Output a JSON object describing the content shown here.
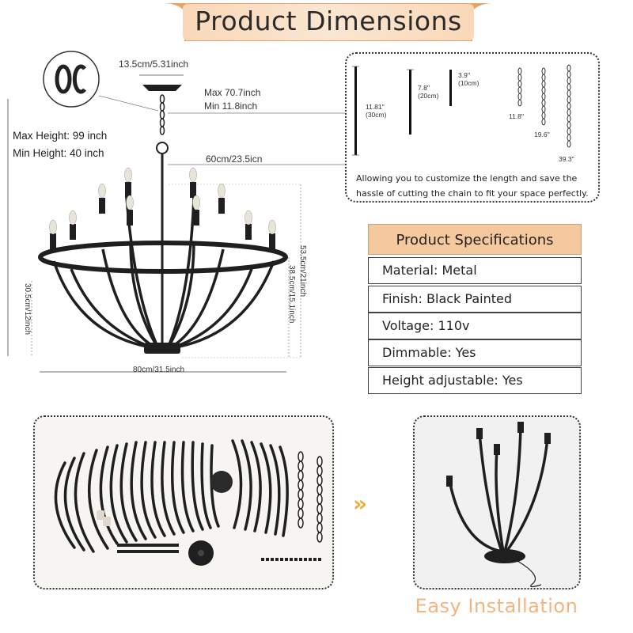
{
  "header": {
    "title": "Product Dimensions"
  },
  "dimensions": {
    "canopy_width": "13.5cm/5.31inch",
    "chain_max": "Max 70.7inch",
    "chain_min": "Min  11.8inch",
    "max_height": "Max Height: 99 inch",
    "min_height": "Min Height: 40 inch",
    "top_width": "60cm/23.5icn",
    "total_width": "80cm/31.5inch",
    "body_height_left": "30.5cm/12inch",
    "body_height_right_outer": "53.5cm/21inch",
    "body_height_right_inner": "38.5cm/15.1inch"
  },
  "chain_info": {
    "rods": [
      {
        "label": "11.81''\n(30cm)"
      },
      {
        "label": "7.8''\n(20cm)"
      },
      {
        "label": "3.9''\n(10cm)"
      }
    ],
    "chains": [
      {
        "label": "11.8''"
      },
      {
        "label": "19.6''"
      },
      {
        "label": "39.3''"
      }
    ],
    "note": "Allowing you to customize the length and save the hassle of cutting the chain to fit your space perfectly."
  },
  "specs": {
    "title": "Product Specifications",
    "rows": [
      {
        "text": "Material: Metal"
      },
      {
        "text": "Finish: Black Painted"
      },
      {
        "text": "Voltage: 110v"
      },
      {
        "text": "Dimmable: Yes"
      },
      {
        "text": "Height adjustable: Yes"
      }
    ]
  },
  "installation": {
    "arrow": "»",
    "title": "Easy Installation"
  },
  "colors": {
    "banner": "#f6c89e",
    "accent": "#f3b57d",
    "metal": "#222222"
  }
}
